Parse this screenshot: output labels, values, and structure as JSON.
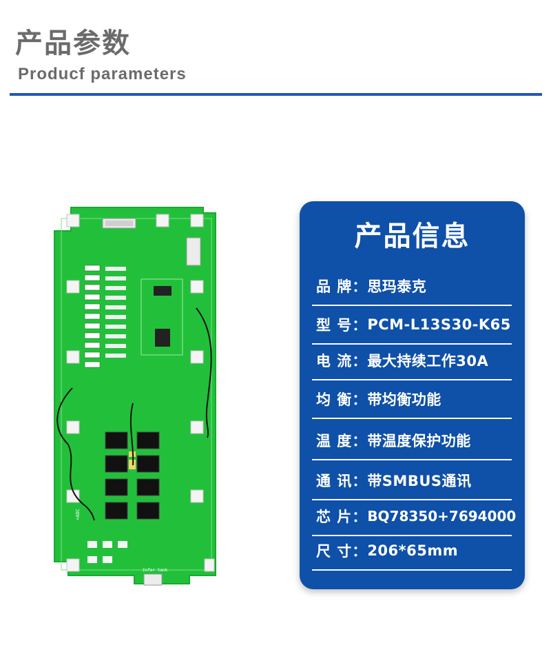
{
  "header": {
    "title_cn": "产品参数",
    "title_en": "Producf  parameters"
  },
  "colors": {
    "accent": "#1f58b8",
    "card_bg": "#0f50a8",
    "board_green": "#22c03a",
    "title_gray": "#6b6b6b"
  },
  "board_image": {
    "labels": [
      "+ADC",
      "Infer  tank"
    ]
  },
  "info_card": {
    "title": "产品信息",
    "rows": [
      {
        "label": "品 牌：",
        "value": "思玛泰克"
      },
      {
        "label": "型 号：",
        "value": "PCM-L13S30-K65"
      },
      {
        "label": "电 流：",
        "value": "最大持续工作30A"
      },
      {
        "label": "均 衡：",
        "value": "带均衡功能"
      },
      {
        "label": "温 度：",
        "value": "带温度保护功能"
      },
      {
        "label": "通 讯：",
        "value": "带SMBUS通讯"
      },
      {
        "label": "芯 片：",
        "value": "BQ78350+7694000"
      },
      {
        "label": "尺  寸：",
        "value": "206*65mm"
      }
    ]
  }
}
